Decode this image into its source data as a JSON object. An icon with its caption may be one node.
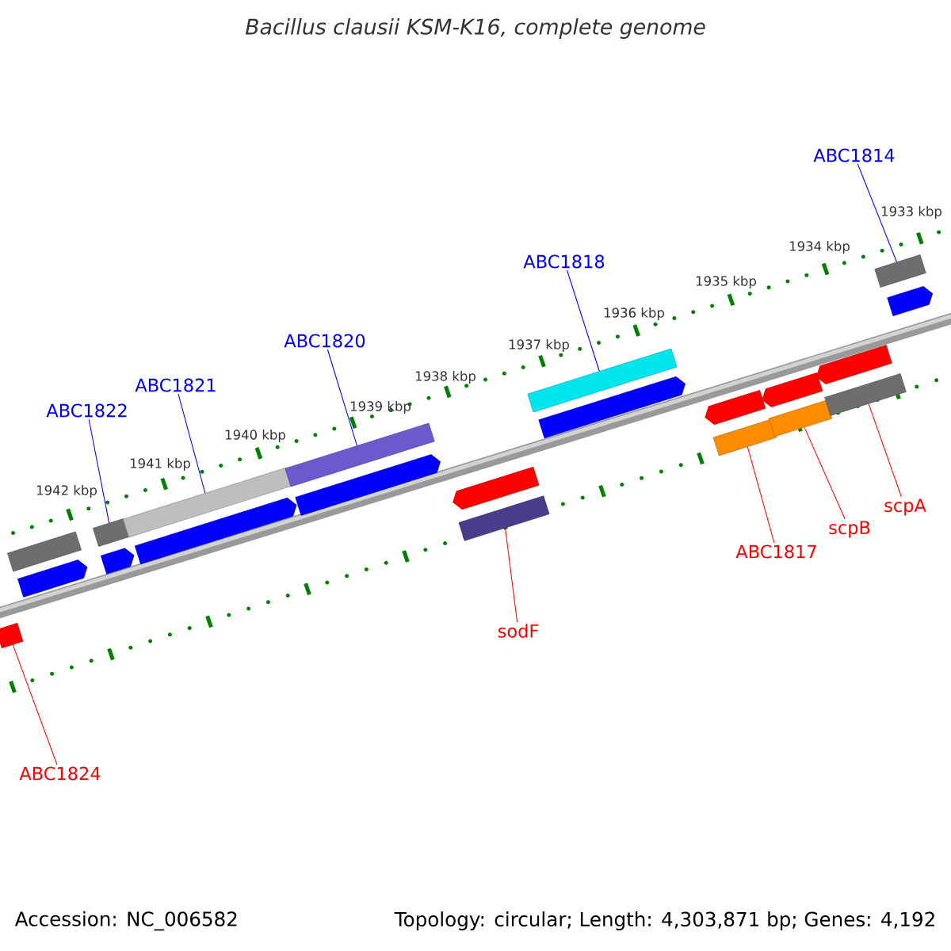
{
  "diagram": {
    "title": "Bacillus clausii KSM-K16, complete genome",
    "nodes": [
      {
        "text": [
          "ABC1822"
        ]
      },
      {
        "text": [
          "ABC1821"
        ]
      },
      {
        "text": [
          "ABC1820"
        ]
      },
      {
        "text": [
          "ABC1818"
        ]
      },
      {
        "text": [
          "ABC1814"
        ]
      },
      {
        "text": [
          "ABC1817"
        ]
      },
      {
        "text": [
          "scpB"
        ]
      },
      {
        "text": [
          "scpA"
        ]
      },
      {
        "text": [
          "sodF"
        ]
      },
      {
        "text": [
          "ABC1824"
        ]
      },
      {
        "text": [],
        "shape": "bar"
      },
      {
        "text": [],
        "shape": "bar"
      },
      {
        "text": [],
        "shape": "bar"
      },
      {
        "text": [],
        "shape": "bar"
      },
      {
        "text": [],
        "shape": "bar"
      },
      {
        "text": [],
        "shape": "bar"
      },
      {
        "text": [],
        "shape": "bar"
      },
      {
        "text": [],
        "shape": "bar"
      },
      {
        "text": [],
        "shape": "bar"
      },
      {
        "text": [],
        "shape": "bar"
      },
      {
        "text": [],
        "shape": "bar"
      },
      {
        "text": [],
        "shape": "bar"
      },
      {
        "text": [],
        "shape": "bar"
      },
      {
        "text": [],
        "shape": "bar"
      },
      {
        "text": [],
        "shape": "bar"
      },
      {
        "text": [],
        "shape": "bar"
      },
      {
        "text": [],
        "shape": "bar"
      },
      {
        "text": [],
        "shape": "bar"
      },
      {
        "text": [],
        "shape": "bar"
      },
      {
        "text": [],
        "shape": "bar"
      },
      {
        "text": [],
        "shape": "bar"
      }
    ],
    "edges": [
      {
        "from": 0,
        "to": 11,
        "arrow": "none",
        "color": "#0000ff"
      },
      {
        "from": 1,
        "to": 12,
        "arrow": "none",
        "color": "#0000ff"
      },
      {
        "from": 2,
        "to": 13,
        "arrow": "none",
        "color": "#0000ff"
      },
      {
        "from": 3,
        "to": 14,
        "arrow": "none",
        "color": "#0000ff"
      },
      {
        "from": 4,
        "to": 15,
        "arrow": "none",
        "color": "#0000ff"
      },
      {
        "from": 5,
        "to": 28,
        "arrow": "none",
        "color": "#ff0000"
      },
      {
        "from": 6,
        "to": 29,
        "arrow": "none",
        "color": "#ff0000"
      },
      {
        "from": 7,
        "to": 30,
        "arrow": "none",
        "color": "#ff0000"
      },
      {
        "from": 8,
        "to": 27,
        "arrow": "none",
        "color": "#ff0000"
      },
      {
        "from": 9,
        "to": 22,
        "arrow": "none",
        "color": "#ff0000"
      }
    ],
    "labels": [
      "1933 kbp",
      "1934 kbp",
      "1935 kbp",
      "1936 kbp",
      "1937 kbp",
      "1938 kbp",
      "1939 kbp",
      "1940 kbp",
      "1941 kbp",
      "1942 kbp",
      "Accession: NC_006582",
      "Topology: circular; Length: 4,303,871 bp; Genes: 4,192"
    ]
  }
}
